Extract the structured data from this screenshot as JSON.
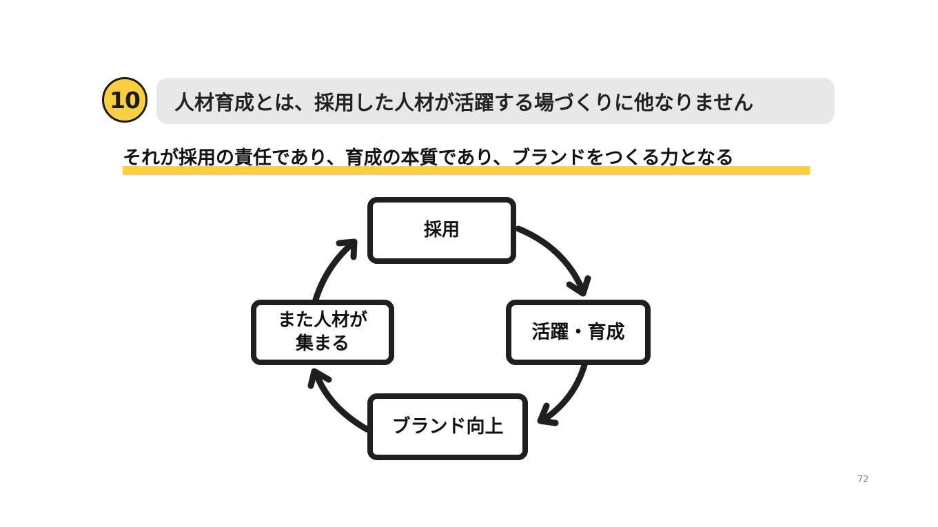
{
  "badge": {
    "number": "10",
    "color": "#fbcf3f"
  },
  "title": "人材育成とは、採用した人材が活躍する場づくりに他なりません",
  "subtitle": "それが採用の責任であり、育成の本質であり、ブランドをつくる力となる",
  "diagram": {
    "nodes": {
      "recruit": "採用",
      "active": "活躍・育成",
      "brand": "ブランド向上",
      "again_line1": "また人材が",
      "again_line2": "集まる"
    },
    "flow": [
      "採用",
      "活躍・育成",
      "ブランド向上",
      "また人材が集まる"
    ]
  },
  "page_number": "72",
  "colors": {
    "accent": "#fbcf3f",
    "title_bg": "#e8e8e8",
    "stroke": "#1f1f1f"
  }
}
